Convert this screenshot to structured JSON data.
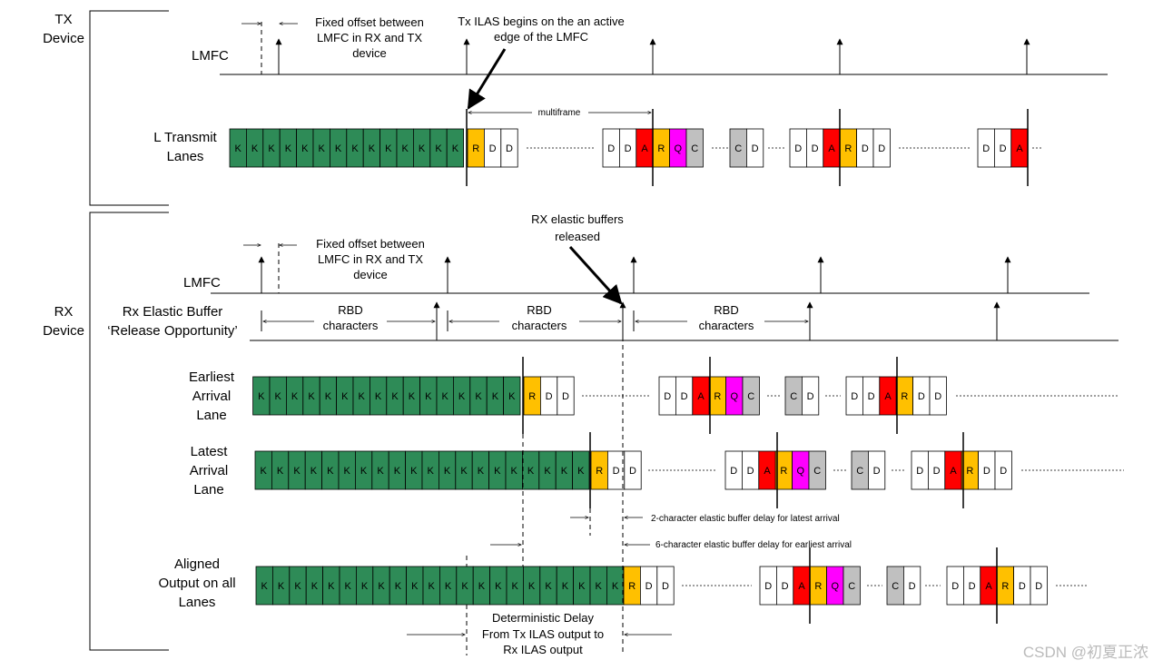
{
  "labels": {
    "tx_device": [
      "TX",
      "Device"
    ],
    "rx_device": [
      "RX",
      "Device"
    ],
    "lmfc": "LMFC",
    "l_transmit_lanes": [
      "L Transmit",
      "Lanes"
    ],
    "fixed_offset_note": [
      "Fixed offset between",
      "LMFC in RX and TX",
      "device"
    ],
    "tx_ilas_note": [
      "Tx ILAS begins on the an active",
      "edge of the LMFC"
    ],
    "multiframe": "multiframe",
    "rx_elastic_release": [
      "RX elastic buffers",
      "released"
    ],
    "release_opportunity": [
      "Rx Elastic Buffer",
      "‘Release Opportunity’"
    ],
    "rbd_characters": [
      "RBD",
      "characters"
    ],
    "earliest_arrival_lane": [
      "Earliest",
      "Arrival",
      "Lane"
    ],
    "latest_arrival_lane": [
      "Latest",
      "Arrival",
      "Lane"
    ],
    "aligned_output": [
      "Aligned",
      "Output on all",
      "Lanes"
    ],
    "delay_latest": "2-character elastic buffer delay for latest arrival",
    "delay_earliest": "6-character elastic buffer delay for earliest arrival",
    "deterministic_delay": [
      "Deterministic Delay",
      "From Tx ILAS output to",
      "Rx ILAS output"
    ],
    "watermark": "CSDN @初夏正浓"
  },
  "cell_symbols": {
    "K": "K",
    "R": "R",
    "D": "D",
    "A": "A",
    "Q": "Q",
    "C": "C"
  },
  "colors": {
    "K": "#2e8b57",
    "R": "#ffc000",
    "A": "#ff0000",
    "Q": "#ff00ff",
    "C": "#c0c0c0",
    "D": "#ffffff",
    "line": "#000000"
  },
  "lanes": {
    "transmit": {
      "k_count": 14,
      "groups": [
        [
          "R",
          "D",
          "D"
        ],
        [
          "D",
          "D",
          "A",
          "R",
          "Q",
          "C"
        ],
        [
          "C",
          "D"
        ],
        [
          "D",
          "D",
          "A",
          "R",
          "D",
          "D"
        ],
        [
          "D",
          "D",
          "A"
        ]
      ]
    },
    "earliest": {
      "k_count": 16,
      "groups": [
        [
          "R",
          "D",
          "D"
        ],
        [
          "D",
          "D",
          "A",
          "R",
          "Q",
          "C"
        ],
        [
          "C",
          "D"
        ],
        [
          "D",
          "D",
          "A",
          "R",
          "D",
          "D"
        ]
      ]
    },
    "latest": {
      "k_count": 20,
      "groups": [
        [
          "R",
          "D",
          "D"
        ],
        [
          "D",
          "D",
          "A",
          "R",
          "Q",
          "C"
        ],
        [
          "C",
          "D"
        ],
        [
          "D",
          "D",
          "A",
          "R",
          "D",
          "D"
        ]
      ]
    },
    "aligned": {
      "k_count": 22,
      "groups": [
        [
          "R",
          "D",
          "D"
        ],
        [
          "D",
          "D",
          "A",
          "R",
          "Q",
          "C"
        ],
        [
          "C",
          "D"
        ],
        [
          "D",
          "D",
          "A",
          "R",
          "D",
          "D"
        ]
      ]
    }
  }
}
